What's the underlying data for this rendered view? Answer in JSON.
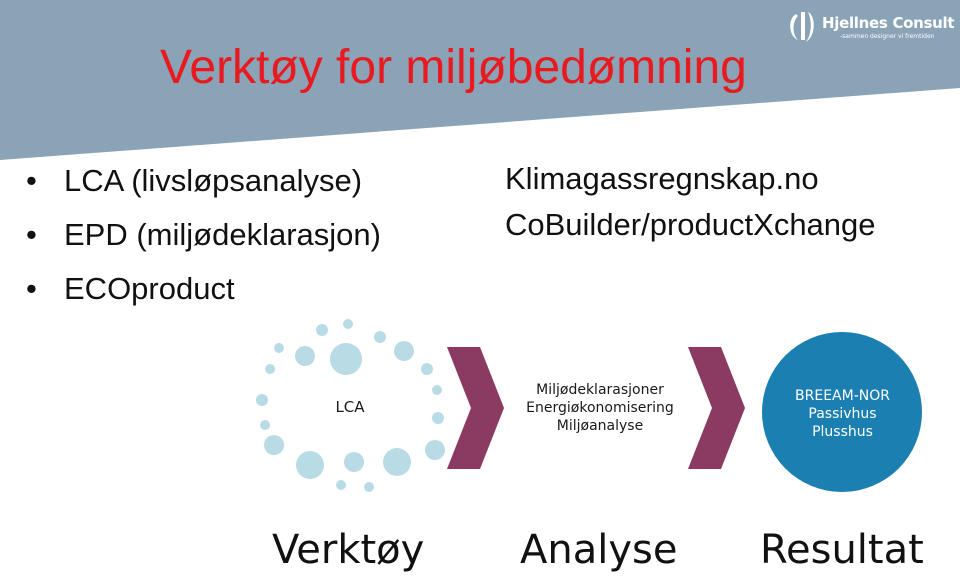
{
  "slide": {
    "title": "Verktøy for miljøbedømning",
    "left_bullets": [
      "LCA (livsløpsanalyse)",
      "EPD (miljødeklarasjon)",
      "ECOproduct"
    ],
    "right_items": [
      "Klimagassregnskap.no",
      "CoBuilder/productXchange"
    ]
  },
  "logo": {
    "name": "Hjellnes Consult",
    "tagline": "-sammen designer vi fremtiden"
  },
  "diagram": {
    "lca_label": "LCA",
    "analyse_lines": [
      "Miljødeklarasjoner",
      "Energiøkonomisering",
      "Miljøanalyse"
    ],
    "result_lines": [
      "BREEAM-NOR",
      "Passivhus",
      "Plusshus"
    ]
  },
  "footer": {
    "tools": "Verktøy",
    "analysis": "Analyse",
    "result": "Resultat"
  },
  "colors": {
    "banner": "#8aa3b6",
    "title": "#e8191f",
    "chevron": "#8b3a62",
    "circle_light": "#b9dbe6",
    "result_circle": "#1b7fb1"
  }
}
